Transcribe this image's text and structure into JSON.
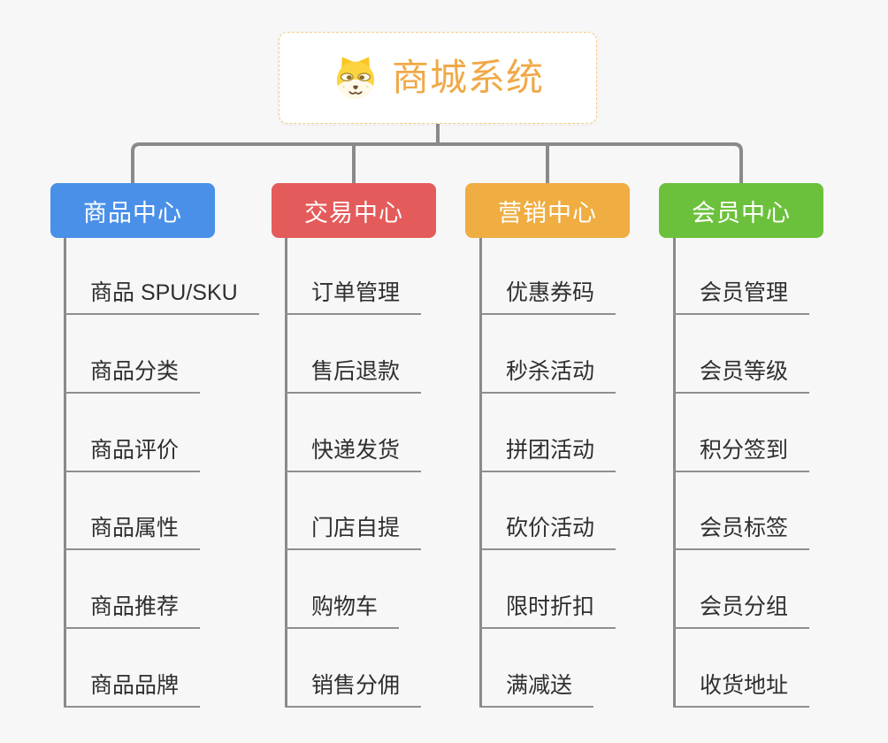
{
  "root": {
    "title": "商城系统",
    "icon": "shiba-dog-icon"
  },
  "branches": [
    {
      "label": "商品中心",
      "color": "#4A90E8",
      "children": [
        "商品 SPU/SKU",
        "商品分类",
        "商品评价",
        "商品属性",
        "商品推荐",
        "商品品牌"
      ]
    },
    {
      "label": "交易中心",
      "color": "#E45B5B",
      "children": [
        "订单管理",
        "售后退款",
        "快递发货",
        "门店自提",
        "购物车",
        "销售分佣"
      ]
    },
    {
      "label": "营销中心",
      "color": "#EFAD42",
      "children": [
        "优惠券码",
        "秒杀活动",
        "拼团活动",
        "砍价活动",
        "限时折扣",
        "满减送"
      ]
    },
    {
      "label": "会员中心",
      "color": "#6CC13C",
      "children": [
        "会员管理",
        "会员等级",
        "积分签到",
        "会员标签",
        "会员分组",
        "收货地址"
      ]
    }
  ],
  "colors": {
    "background": "#F7F7F7",
    "connector": "#8A8A8A",
    "root_accent": "#F0A947",
    "root_border": "#F5CB84"
  }
}
